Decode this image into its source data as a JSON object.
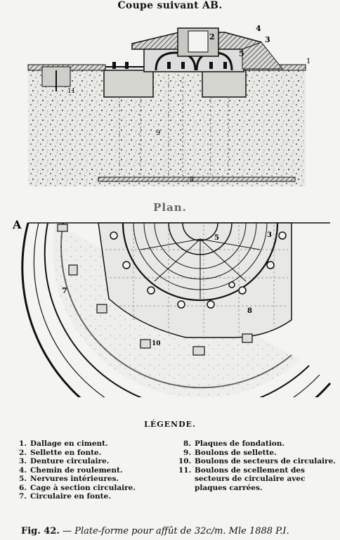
{
  "section": {
    "title": "Coupe suivant AB."
  },
  "plan": {
    "title": "Plan."
  },
  "markers": {
    "section_left": "11",
    "section_9": "9",
    "section_8": "8",
    "section_2": "2",
    "section_4": "4",
    "section_3": "3",
    "section_5": "5",
    "section_1": "1",
    "plan_a": "A",
    "plan_5": "5",
    "plan_3": "3",
    "plan_7": "7",
    "plan_8": "8",
    "plan_10": "10"
  },
  "legend": {
    "title": "LÉGENDE.",
    "left": [
      {
        "num": "1.",
        "text": "Dallage en ciment."
      },
      {
        "num": "2.",
        "text": "Sellette en fonte."
      },
      {
        "num": "3.",
        "text": "Denture circulaire."
      },
      {
        "num": "4.",
        "text": "Chemin de roulement."
      },
      {
        "num": "5.",
        "text": "Nervures intérieures."
      },
      {
        "num": "6.",
        "text": "Cage à section circulaire."
      },
      {
        "num": "7.",
        "text": "Circulaire en fonte."
      }
    ],
    "right": [
      {
        "num": "8.",
        "text": "Plaques de fondation."
      },
      {
        "num": "9.",
        "text": "Boulons de sellette."
      },
      {
        "num": "10.",
        "text": "Boulons de secteurs de circulaire."
      },
      {
        "num": "11.",
        "text": "Boulons de scellement des secteurs de circulaire avec plaques carrées."
      }
    ]
  },
  "caption": {
    "fig": "Fig. 42.",
    "text": "— Plate-forme pour affût de 32c/m. Mle 1888 P.I."
  }
}
